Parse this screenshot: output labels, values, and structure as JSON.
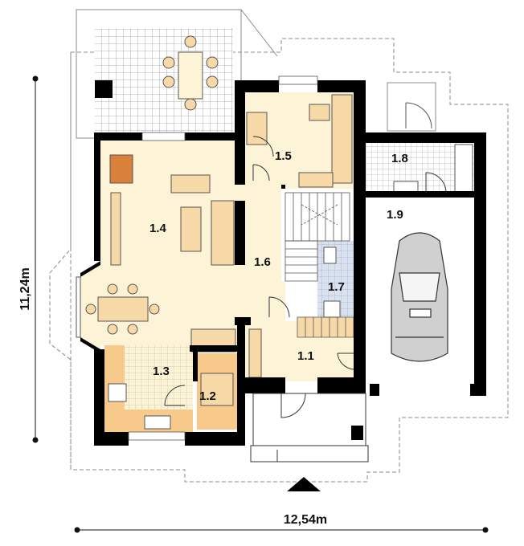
{
  "plan": {
    "dimensions": {
      "width": "12,54m",
      "depth": "11,24m"
    },
    "rooms": [
      {
        "id": "1.1",
        "label": "1.1",
        "fill": "#fdf4d8"
      },
      {
        "id": "1.2",
        "label": "1.2",
        "fill": "#f7c98a"
      },
      {
        "id": "1.3",
        "label": "1.3",
        "fill": "#fdf4d8"
      },
      {
        "id": "1.4",
        "label": "1.4",
        "fill": "#fdf4d8"
      },
      {
        "id": "1.5",
        "label": "1.5",
        "fill": "#fdf4d8"
      },
      {
        "id": "1.6",
        "label": "1.6",
        "fill": "#fdf4d8"
      },
      {
        "id": "1.7",
        "label": "1.7",
        "fill": "#d9e2ee"
      },
      {
        "id": "1.8",
        "label": "1.8",
        "fill": "#ffffff"
      },
      {
        "id": "1.9",
        "label": "1.9",
        "fill": "#ffffff"
      }
    ],
    "entrance_marker": "triangle-arrow-icon",
    "colors": {
      "wall": "#000000",
      "floor_light": "#fdf4d8",
      "floor_wood": "#f7c98a",
      "furniture": "#f7d9a8",
      "bath_tile": "#d9e2ee",
      "outline_dashed": "#888888",
      "tile_grid": "#9a9a9a"
    }
  }
}
